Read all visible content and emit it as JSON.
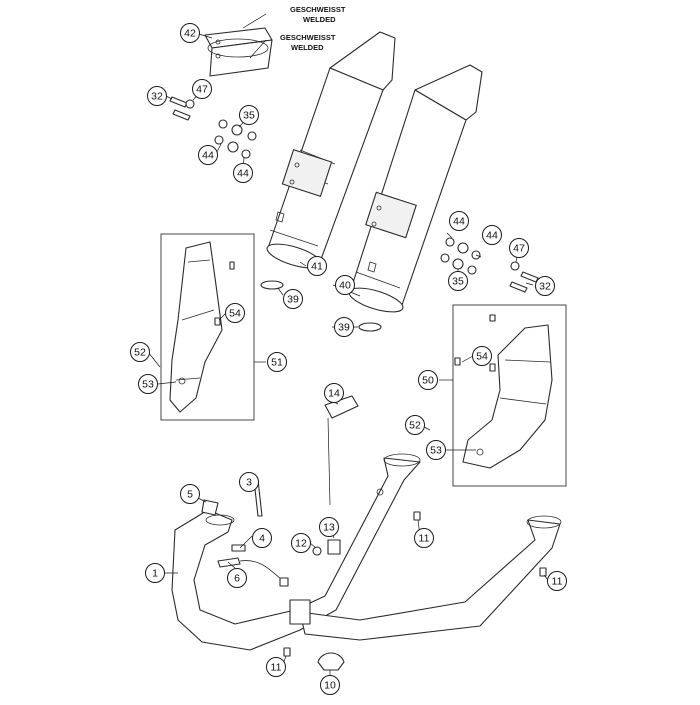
{
  "notes": [
    {
      "line1": "GESCHWEISST",
      "line2": "WELDED"
    },
    {
      "line1": "GESCHWEISST",
      "line2": "WELDED"
    }
  ],
  "callouts": [
    "42",
    "32",
    "47",
    "35",
    "44",
    "44",
    "41",
    "40",
    "39",
    "39",
    "44",
    "44",
    "47",
    "35",
    "32",
    "54",
    "52",
    "53",
    "51",
    "50",
    "54",
    "14",
    "52",
    "53",
    "3",
    "5",
    "4",
    "6",
    "1",
    "12",
    "13",
    "11",
    "11",
    "11",
    "10"
  ]
}
